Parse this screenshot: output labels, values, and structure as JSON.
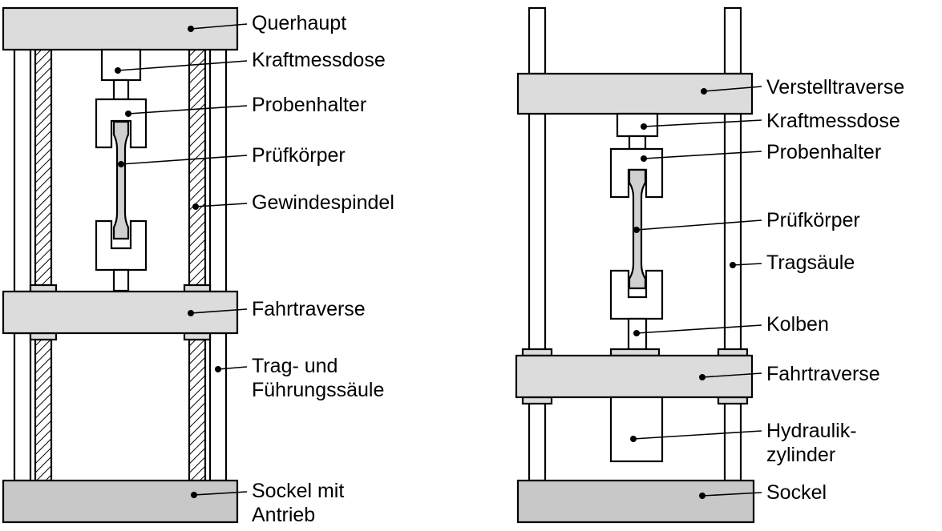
{
  "left_machine": {
    "labels": {
      "querhaupt": "Querhaupt",
      "kraftmessdose": "Kraftmessdose",
      "probenhalter": "Probenhalter",
      "pruefkoerper": "Prüfkörper",
      "gewindespindel": "Gewindespindel",
      "fahrtraverse": "Fahrtraverse",
      "tragsaeule_line1": "Trag- und",
      "tragsaeule_line2": "Führungssäule",
      "sockel_line1": "Sockel mit",
      "sockel_line2": "Antrieb"
    }
  },
  "right_machine": {
    "labels": {
      "verstelltraverse": "Verstelltraverse",
      "kraftmessdose": "Kraftmessdose",
      "probenhalter": "Probenhalter",
      "pruefkoerper": "Prüfkörper",
      "tragsaeule": "Tragsäule",
      "kolben": "Kolben",
      "fahrtraverse": "Fahrtraverse",
      "hydraulik_line1": "Hydraulik-",
      "hydraulik_line2": "zylinder",
      "sockel": "Sockel"
    }
  }
}
